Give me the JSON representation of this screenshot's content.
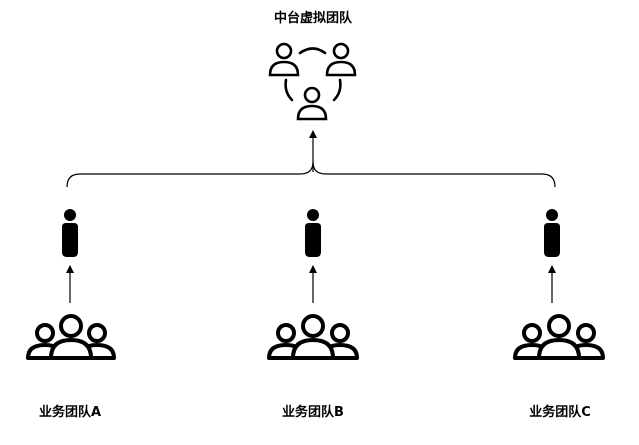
{
  "center_team": {
    "label": "中台虚拟团队",
    "icon": "virtual-team-icon"
  },
  "business_teams": [
    {
      "label": "业务团队A",
      "icon": "team-group-icon",
      "lead_icon": "person-icon"
    },
    {
      "label": "业务团队B",
      "icon": "team-group-icon",
      "lead_icon": "person-icon"
    },
    {
      "label": "业务团队C",
      "icon": "team-group-icon",
      "lead_icon": "person-icon"
    }
  ],
  "colors": {
    "stroke": "#000000",
    "background": "#ffffff"
  }
}
